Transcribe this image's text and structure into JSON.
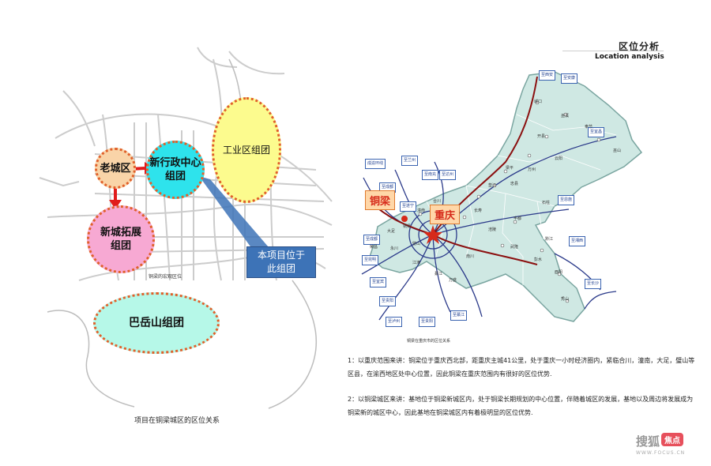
{
  "left_map": {
    "clusters": {
      "old_town": "老城区",
      "new_admin": "新行政中心\n组团",
      "industrial": "工业区组团",
      "new_expansion": "新城拓展\n组团",
      "bayue": "巴岳山组团"
    },
    "callout": "本项目位于\n此组团",
    "small_caption": "铜梁的宏观区位",
    "caption": "项目在铜梁城区的区位关系"
  },
  "header": {
    "title_cn": "区位分析",
    "title_en": "Location analysis"
  },
  "right_map": {
    "labels": {
      "tongliang": "铜梁",
      "chongqing": "重庆"
    },
    "road_tags": [
      "至西安",
      "至兰州",
      "至成都",
      "成渝环线",
      "至贵阳",
      "至昆明",
      "至南充",
      "至达州",
      "至成都",
      "至遂宁",
      "至宜宾",
      "至泸州",
      "至贵阳",
      "至綦江",
      "至长沙",
      "至宜昌",
      "至恩施",
      "至安康",
      "至湘西"
    ],
    "counties": [
      "城口",
      "巫溪",
      "奉节",
      "巫山",
      "开县",
      "云阳",
      "万州",
      "梁平",
      "忠县",
      "垫江",
      "长寿",
      "涪陵",
      "丰都",
      "石柱",
      "武隆",
      "彭水",
      "黔江",
      "酉阳",
      "秀山",
      "合川",
      "铜梁",
      "大足",
      "荣昌",
      "永川",
      "江津",
      "綦江",
      "南川",
      "万盛",
      "璧山",
      "潼南"
    ],
    "caption": "铜梁在重庆市的区位关系",
    "colors": {
      "region_fill": "#cfe8e3",
      "road": "#2b3a8a",
      "expressway": "#8b1010"
    }
  },
  "paragraphs": [
    "1：以重庆范围来讲：铜梁位于重庆西北部，距重庆主城41公里，处于重庆一小时经济圈内，紧临合川，潼南，大足，璧山等区县，在渝西地区处中心位置，因此铜梁在重庆范围内有很好的区位优势.",
    "2：以铜梁城区来讲：基地位于铜梁新城区内，处于铜梁长期规划的中心位置，伴随着城区的发展，基地以及周边将发展成为铜梁新的城区中心，因此基地在铜梁城区内有着极明显的区位优势."
  ],
  "watermark": {
    "brand": "搜狐",
    "badge": "焦点",
    "url": "WWW.FOCUS.CN"
  }
}
